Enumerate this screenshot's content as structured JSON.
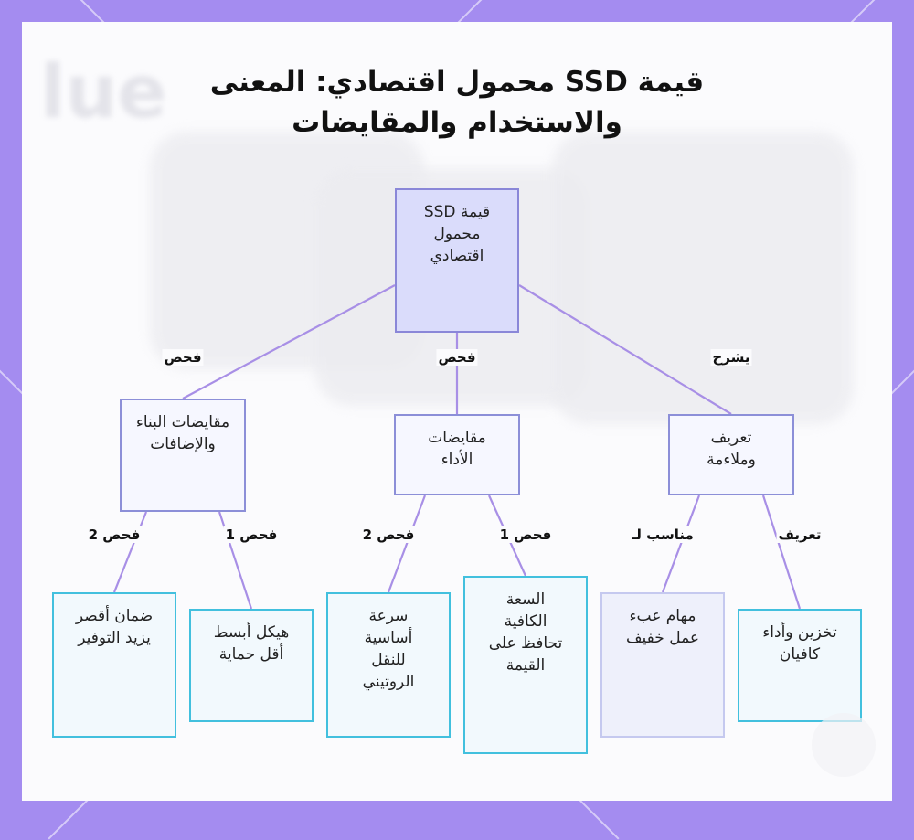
{
  "title": {
    "line1": "قيمة SSD محمول اقتصادي: المعنى",
    "line2": "والاستخدام والمقايضات"
  },
  "nodes": {
    "root": "قيمة SSD محمول اقتصادي",
    "build": "مقايضات البناء والإضافات",
    "performance": "مقايضات الأداء",
    "definition": "تعريف وملاءمة",
    "warranty": "ضمان أقصر يزيد التوفير",
    "chassis": "هيكل أبسط أقل حماية",
    "speed": "سرعة أساسية للنقل الروتيني",
    "capacity": "السعة الكافية تحافظ على القيمة",
    "light_tasks": "مهام عبء عمل خفيف",
    "storage": "تخزين وأداء كافيان"
  },
  "edges": {
    "root_build": "فحص",
    "root_performance": "فحص",
    "root_definition": "يشرح",
    "build_warranty": "فحص 2",
    "build_chassis": "فحص 1",
    "performance_speed": "فحص 2",
    "performance_capacity": "فحص 1",
    "definition_light": "مناسب لـ",
    "definition_storage": "تعريف"
  },
  "colors": {
    "frame": "#a48cf0",
    "edge": "#a88fe6",
    "root_fill": "#dadcfb",
    "leaf_border": "#42c0de"
  }
}
